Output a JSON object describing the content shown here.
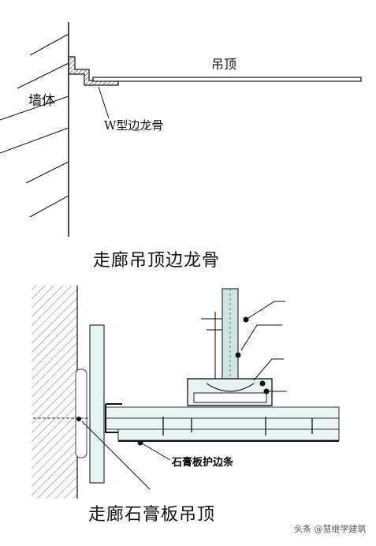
{
  "diagram1": {
    "label_ceiling": "吊顶",
    "label_wall": "墙体",
    "label_edge_keel": "W型边龙骨",
    "caption": "走廊吊顶边龙骨"
  },
  "diagram2": {
    "label_edge_strip": "石膏板护边条",
    "caption": "走廊石膏板吊顶"
  },
  "watermark": "头条 @慧继学建筑"
}
